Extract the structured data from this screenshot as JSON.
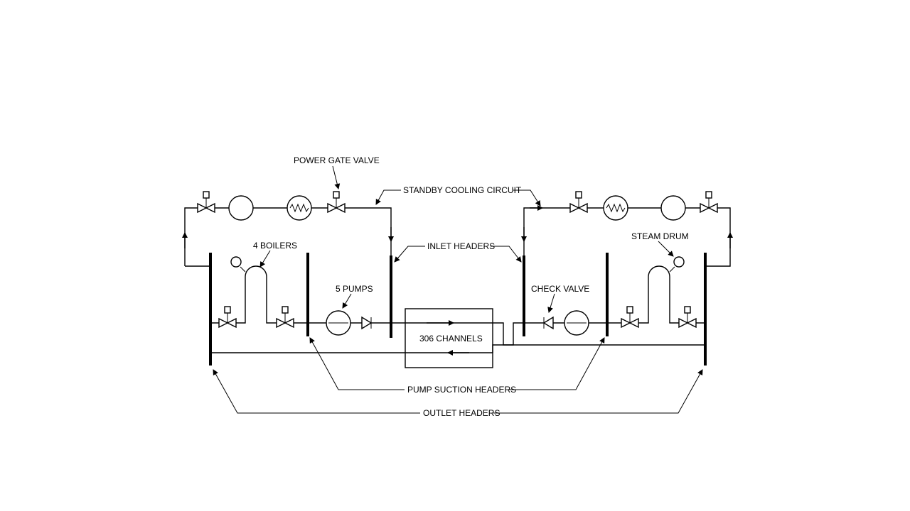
{
  "labels": {
    "power_gate_valve": "POWER GATE VALVE",
    "standby_cooling_circuit": "STANDBY COOLING CIRCUIT",
    "inlet_headers": "INLET HEADERS",
    "four_boilers": "4 BOILERS",
    "five_pumps": "5 PUMPS",
    "steam_drum": "STEAM DRUM",
    "check_valve": "CHECK VALVE",
    "channels": "306 CHANNELS",
    "pump_suction_headers": "PUMP SUCTION HEADERS",
    "outlet_headers": "OUTLET HEADERS"
  },
  "colors": {
    "line": "#000000",
    "background": "#ffffff"
  }
}
